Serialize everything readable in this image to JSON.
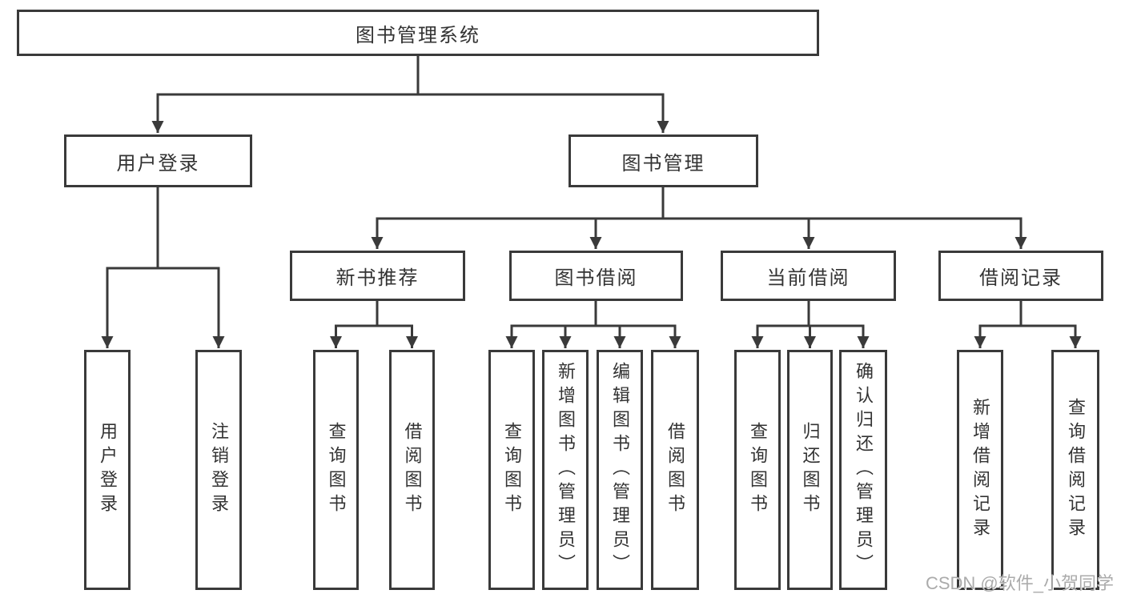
{
  "diagram": {
    "colors": {
      "line": "#3a3a3a",
      "box_border": "#3a3a3a",
      "box_fill": "#ffffff",
      "text": "#333333",
      "watermark": "#ababab",
      "background": "#ffffff"
    },
    "watermark": {
      "text": "CSDN @软件_小贺同学"
    },
    "tree": {
      "label": "图书管理系统",
      "children": [
        {
          "label": "用户登录",
          "children": [
            {
              "label": "用户登录"
            },
            {
              "label": "注销登录"
            }
          ]
        },
        {
          "label": "图书管理",
          "children": [
            {
              "label": "新书推荐",
              "children": [
                {
                  "label": "查询图书"
                },
                {
                  "label": "借阅图书"
                }
              ]
            },
            {
              "label": "图书借阅",
              "children": [
                {
                  "label": "查询图书"
                },
                {
                  "label": "新增图书（管理员）"
                },
                {
                  "label": "编辑图书（管理员）"
                },
                {
                  "label": "借阅图书"
                }
              ]
            },
            {
              "label": "当前借阅",
              "children": [
                {
                  "label": "查询图书"
                },
                {
                  "label": "归还图书"
                },
                {
                  "label": "确认归还（管理员）"
                }
              ]
            },
            {
              "label": "借阅记录",
              "children": [
                {
                  "label": "新增借阅记录"
                },
                {
                  "label": "查询借阅记录"
                }
              ]
            }
          ]
        }
      ]
    }
  }
}
